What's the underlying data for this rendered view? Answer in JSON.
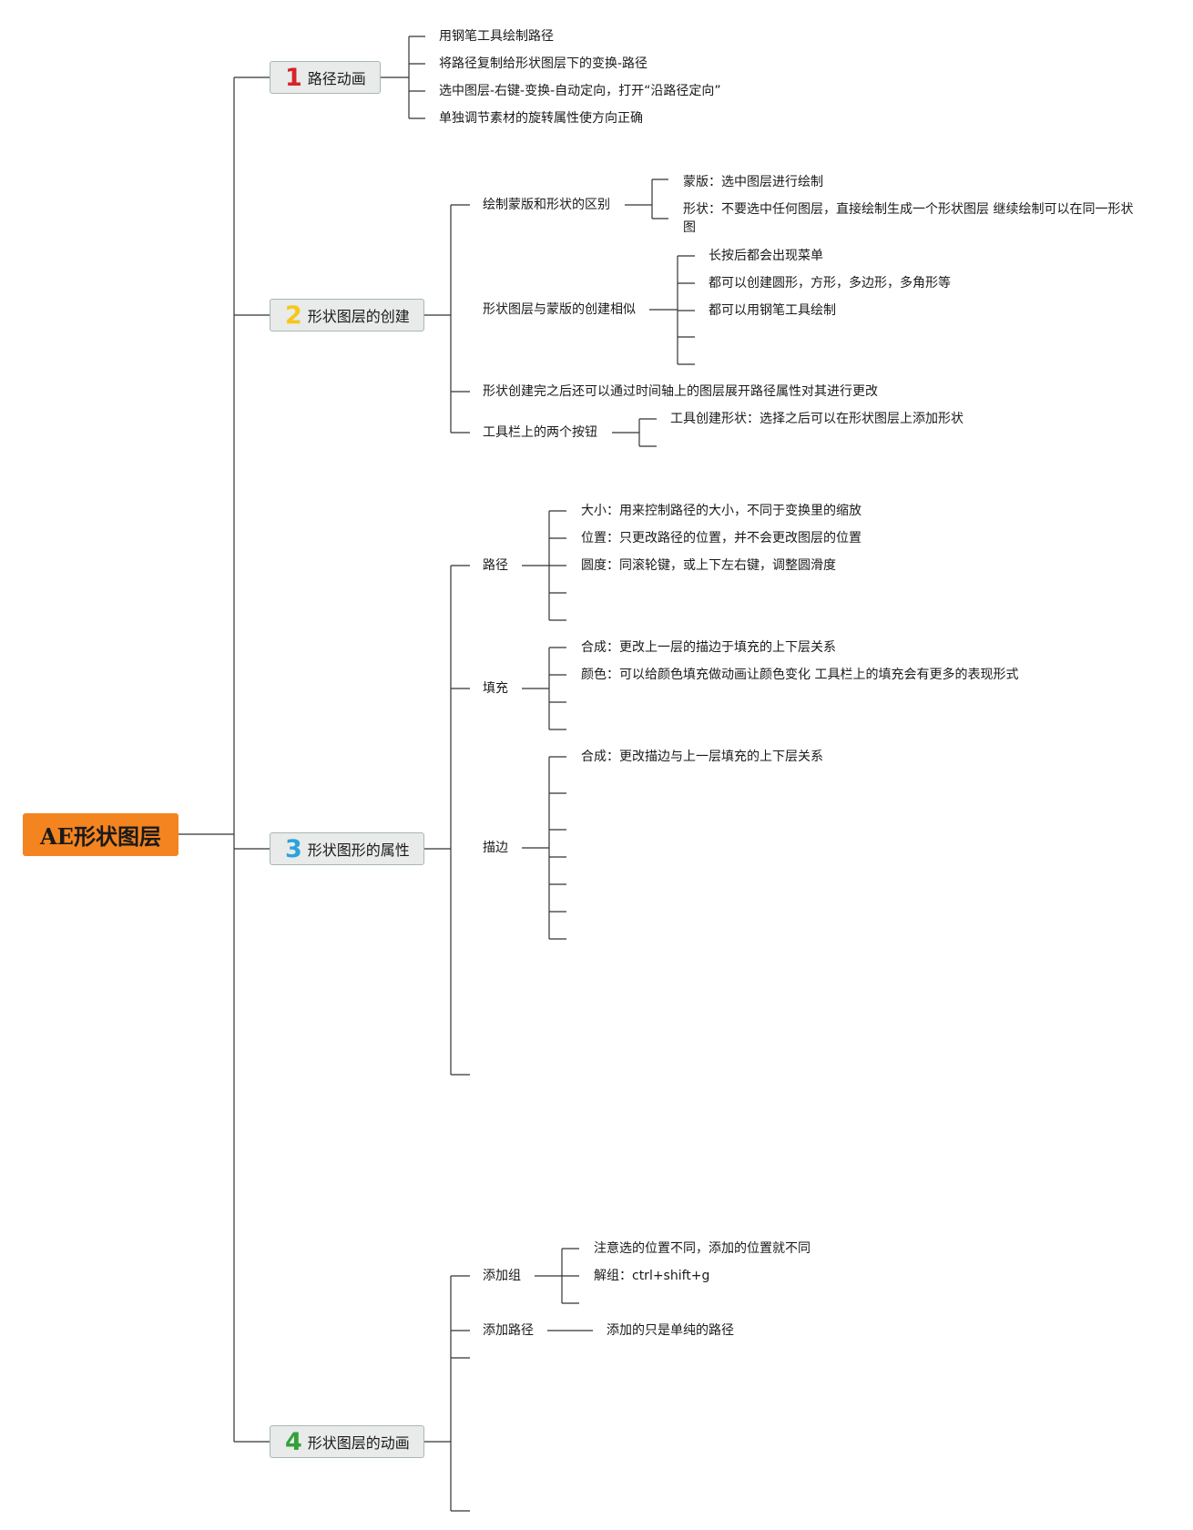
{
  "root": "AE形状图层",
  "branches": [
    {
      "num": "1",
      "title": "路径动画",
      "items": [
        "用钢笔工具绘制路径",
        "将路径复制给形状图层下的变换-路径",
        "选中图层-右键-变换-自动定向，打开“沿路径定向”",
        "单独调节素材的旋转属性使方向正确"
      ]
    },
    {
      "num": "2",
      "title": "形状图层的创建",
      "sub": [
        {
          "label": "绘制蒙版和形状的区别",
          "items": [
            "蒙版：选中图层进行绘制",
            "形状：不要选中任何图层，直接绘制生成一个形状图层 继续绘制可以在同一形状图"
          ]
        },
        {
          "label": "形状图层与蒙版的创建相似",
          "items": [
            "长按后都会出现菜单",
            "都可以创建圆形，方形，多边形，多角形等",
            "都可以用钢笔工具绘制"
          ]
        },
        {
          "label": "形状创建完之后还可以通过时间轴上的图层展开路径属性对其进行更改"
        },
        {
          "label": "工具栏上的两个按钮",
          "items": [
            "工具创建形状：选择之后可以在形状图层上添加形状"
          ]
        }
      ]
    },
    {
      "num": "3",
      "title": "形状图形的属性",
      "sub": [
        {
          "label": "路径",
          "items": [
            "大小：用来控制路径的大小，不同于变换里的缩放",
            "位置：只更改路径的位置，并不会更改图层的位置",
            "圆度：同滚轮键，或上下左右键，调整圆滑度"
          ]
        },
        {
          "label": "填充",
          "items": [
            "合成：更改上一层的描边于填充的上下层关系",
            "颜色：可以给颜色填充做动画让颜色变化 工具栏上的填充会有更多的表现形式"
          ]
        },
        {
          "label": "描边",
          "items": [
            "合成：更改描边与上一层填充的上下层关系"
          ]
        }
      ]
    },
    {
      "num": "4",
      "title": "形状图层的动画",
      "sub": [
        {
          "label": "添加组",
          "items": [
            "注意选的位置不同，添加的位置就不同",
            "解组：ctrl+shift+g"
          ]
        },
        {
          "label": "添加路径",
          "items": [
            "添加的只是单纯的路径"
          ]
        }
      ]
    }
  ]
}
